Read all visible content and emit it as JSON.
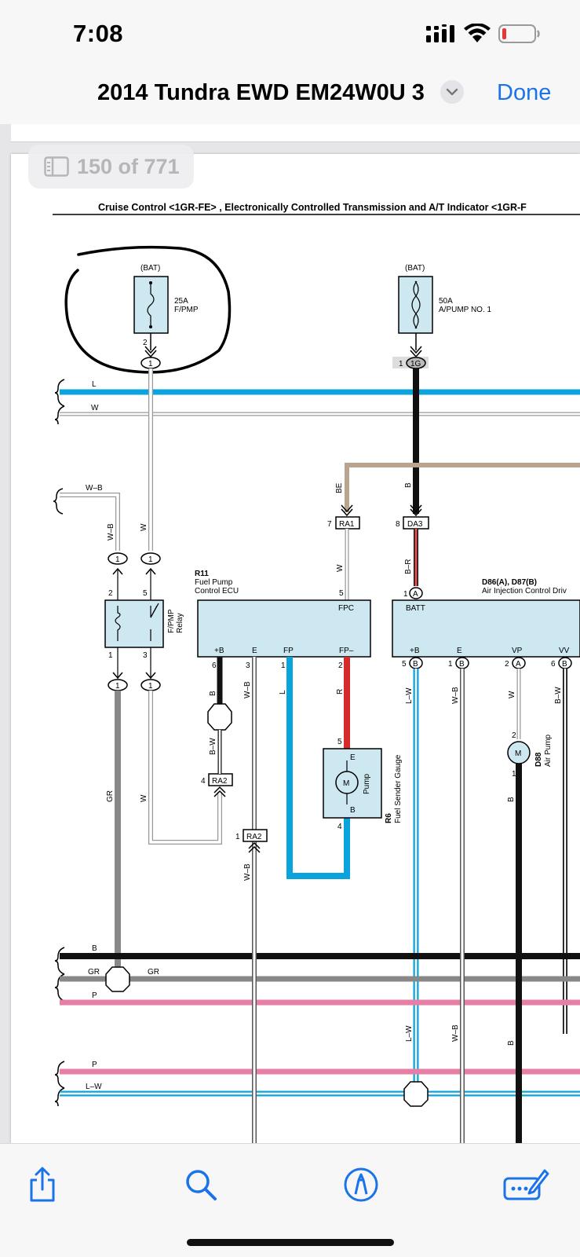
{
  "status_bar": {
    "time": "7:08",
    "icons": [
      "cellular-signal-icon",
      "wifi-icon",
      "battery-low-icon"
    ],
    "battery_color": "#e53935"
  },
  "nav_bar": {
    "title": "2014 Tundra EWD EM24W0U 3",
    "done_label": "Done",
    "accent_color": "#1a73e8"
  },
  "page_indicator": {
    "label": "150 of 771"
  },
  "diagram": {
    "header": "Cruise Control <1GR-FE> , Electronically Controlled Transmission and A/T Indicator <1GR-F",
    "fuse1": {
      "source": "(BAT)",
      "rating": "25A",
      "name": "F/PMP",
      "pin": "2",
      "connector": "1"
    },
    "fuse2": {
      "source": "(BAT)",
      "rating": "50A",
      "name": "A/PUMP NO. 1",
      "pin": "1",
      "connector": "1G"
    },
    "wires": {
      "L": "L",
      "W": "W",
      "WB": "W–B",
      "BE": "BE",
      "B": "B",
      "BR": "B–R",
      "R": "R",
      "GR": "GR",
      "P": "P",
      "LW": "L–W",
      "BW": "B–W"
    },
    "relay": {
      "name": "F/PMP",
      "sub": "Relay",
      "p2": "2",
      "p5": "5",
      "p1": "1",
      "p3": "3",
      "c1": "1"
    },
    "r11": {
      "id": "R11",
      "name1": "Fuel Pump",
      "name2": "Control ECU",
      "fpc": "FPC",
      "fpc_pin": "5",
      "t1": "+B",
      "t2": "E",
      "t3": "FP",
      "t4": "FP–",
      "p1": "6",
      "p2": "3",
      "p3": "1",
      "p4": "2"
    },
    "connectors": {
      "ra1": "RA1",
      "ra1_pin": "7",
      "da3": "DA3",
      "da3_pin": "8",
      "ra2": "RA2",
      "ra2_pin": "4",
      "ra2b": "RA2",
      "ra2b_pin": "1"
    },
    "d86": {
      "id": "D86(A), D87(B)",
      "name": "Air Injection Control Driv",
      "batt": "BATT",
      "batt_pin": "1",
      "batt_c": "A",
      "t1": "+B",
      "t2": "E",
      "t3": "VP",
      "t4": "VV",
      "p1": "5",
      "p2": "1",
      "p3": "2",
      "p4": "6",
      "c1": "B",
      "c2": "B",
      "c3": "A",
      "c4": "B"
    },
    "r6": {
      "id": "R6",
      "name": "Fuel Sender Gauge",
      "m": "M",
      "pump": "Pump",
      "e": "E",
      "b": "B",
      "p5": "5",
      "p4": "4"
    },
    "d88": {
      "id": "D88",
      "name": "Air Pump",
      "m": "M",
      "p2": "2",
      "p1": "1"
    }
  },
  "toolbar": {
    "items": [
      "share-icon",
      "search-icon",
      "markup-icon",
      "form-fill-icon"
    ],
    "tint": "#1a73e8"
  }
}
